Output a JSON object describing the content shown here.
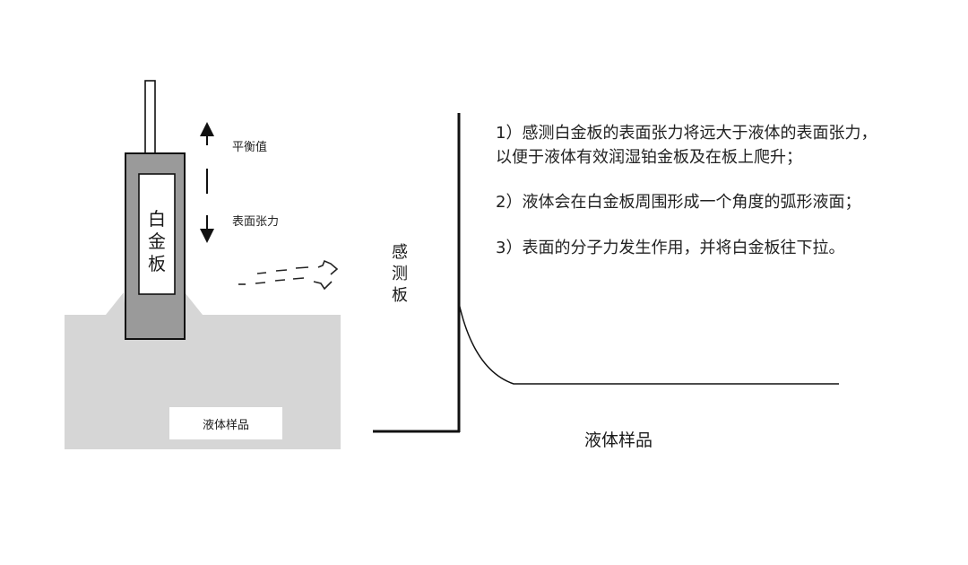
{
  "apparatus": {
    "plate_label_chars": [
      "白",
      "金",
      "板"
    ],
    "arrow_up_label": "平衡值",
    "arrow_down_label": "表面张力",
    "sample_label": "液体样品"
  },
  "graph": {
    "y_label_chars": [
      "感",
      "测",
      "板"
    ],
    "x_label": "液体样品"
  },
  "notes": [
    "1）感测白金板的表面张力将远大于液体的表面张力，",
    "以便于液体有效润湿铂金板及在板上爬升；",
    "2）液体会在白金板周围形成一个角度的弧形液面；",
    "3）表面的分子力发生作用，并将白金板往下拉。"
  ]
}
